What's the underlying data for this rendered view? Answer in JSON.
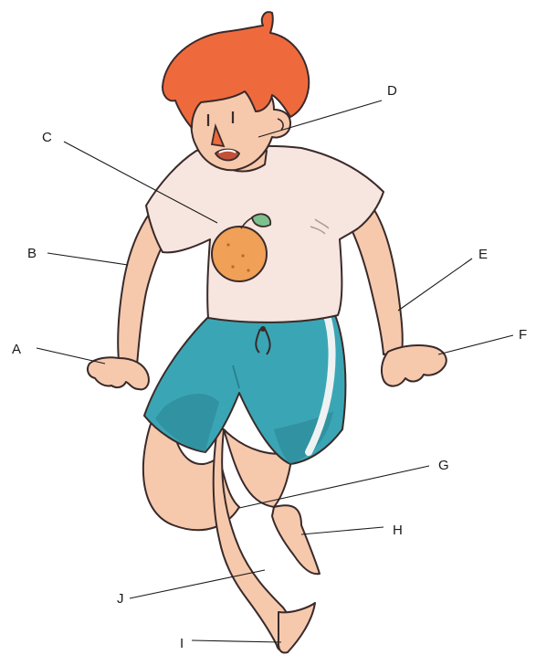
{
  "colors": {
    "hair": "#ee6a3d",
    "skin": "#f6c9ad",
    "shirt": "#f7e6df",
    "shorts": "#3aa6b5",
    "shorts_shadow": "#2a8290",
    "orange": "#f0a057",
    "leaf": "#7cc08d",
    "outline": "#3a2a2a"
  },
  "labels": {
    "A": "A",
    "B": "B",
    "C": "C",
    "D": "D",
    "E": "E",
    "F": "F",
    "G": "G",
    "H": "H",
    "I": "I",
    "J": "J"
  }
}
